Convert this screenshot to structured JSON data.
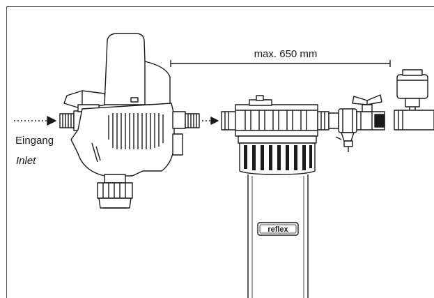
{
  "dimension": {
    "label": "max. 650 mm"
  },
  "inlet": {
    "label_de": "Eingang",
    "label_en": "Inlet"
  },
  "filter": {
    "brand": "reflex"
  },
  "colors": {
    "line": "#1a1a1a",
    "border": "#555555",
    "background": "#ffffff"
  }
}
